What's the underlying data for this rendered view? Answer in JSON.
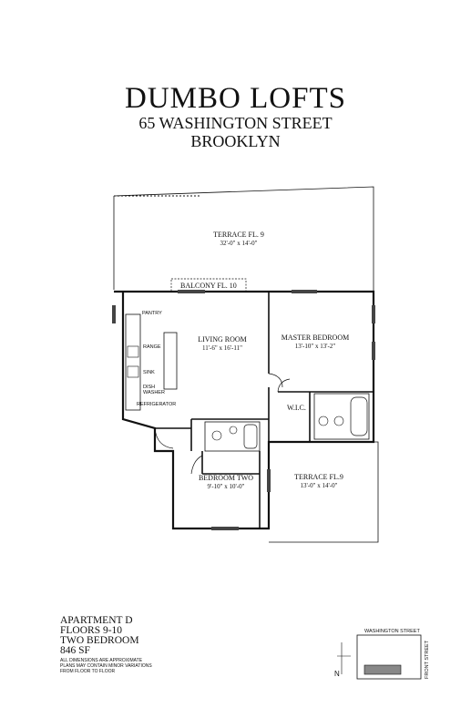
{
  "header": {
    "title": "DUMBO LOFTS",
    "address": "65 WASHINGTON STREET",
    "city": "BROOKLYN"
  },
  "rooms": {
    "terrace_top": {
      "name": "TERRACE FL. 9",
      "dims": "32'-0\" x 14'-0\""
    },
    "balcony": {
      "name": "BALCONY FL. 10"
    },
    "living": {
      "name": "LIVING ROOM",
      "dims": "11'-6\" x 16'-11\""
    },
    "master": {
      "name": "MASTER BEDROOM",
      "dims": "13'-10\" x 13'-2\""
    },
    "wic": {
      "name": "W.I.C."
    },
    "bedroom_two": {
      "name": "BEDROOM TWO",
      "dims": "9'-10\" x 10'-0\""
    },
    "terrace_bottom": {
      "name": "TERRACE FL.9",
      "dims": "13'-0\" x 14'-0\""
    }
  },
  "kitchen_labels": {
    "pantry": "PANTRY",
    "range": "RANGE",
    "sink": "SINK",
    "dish_washer_1": "DISH",
    "dish_washer_2": "WASHER",
    "refrigerator": "REFRIGERATOR"
  },
  "unit_info": {
    "apartment": "APARTMENT D",
    "floors": "FLOORS 9-10",
    "bedrooms": "TWO BEDROOM",
    "area": "846 SF",
    "note_1": "ALL DIMENSIONS ARE APPROXIMATE",
    "note_2": "PLANS MAY CONTAIN MINOR VARIATIONS",
    "note_3": "FROM FLOOR TO FLOOR"
  },
  "key_plan": {
    "street": "WASHINGTON STREET",
    "north": "N",
    "side": "FRONT STREET"
  }
}
